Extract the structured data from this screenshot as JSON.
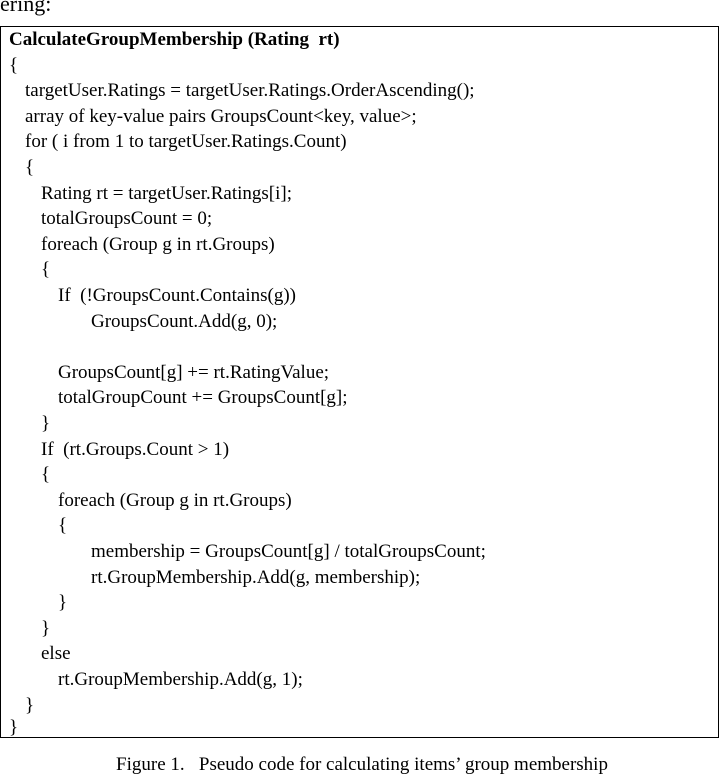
{
  "top_fragment": "ering:",
  "algorithm": {
    "lines": [
      "CalculateGroupMembership (Rating  rt)",
      "{",
      "targetUser.Ratings = targetUser.Ratings.OrderAscending();",
      "array of key-value pairs GroupsCount<key, value>;",
      "for ( i from 1 to targetUser.Ratings.Count)",
      "{",
      "Rating rt = targetUser.Ratings[i];",
      "totalGroupsCount = 0;",
      "foreach (Group g in rt.Groups)",
      "{",
      "If  (!GroupsCount.Contains(g))",
      "GroupsCount.Add(g, 0);",
      "",
      "GroupsCount[g] += rt.RatingValue;",
      "totalGroupCount += GroupsCount[g];",
      "}",
      "If  (rt.Groups.Count > 1)",
      "{",
      "foreach (Group g in rt.Groups)",
      "{",
      "membership = GroupsCount[g] / totalGroupsCount;",
      "rt.GroupMembership.Add(g, membership);",
      "}",
      "}",
      "else",
      "rt.GroupMembership.Add(g, 1);",
      "}",
      "}"
    ]
  },
  "caption": "Figure 1.   Pseudo code for calculating items’ group membership"
}
